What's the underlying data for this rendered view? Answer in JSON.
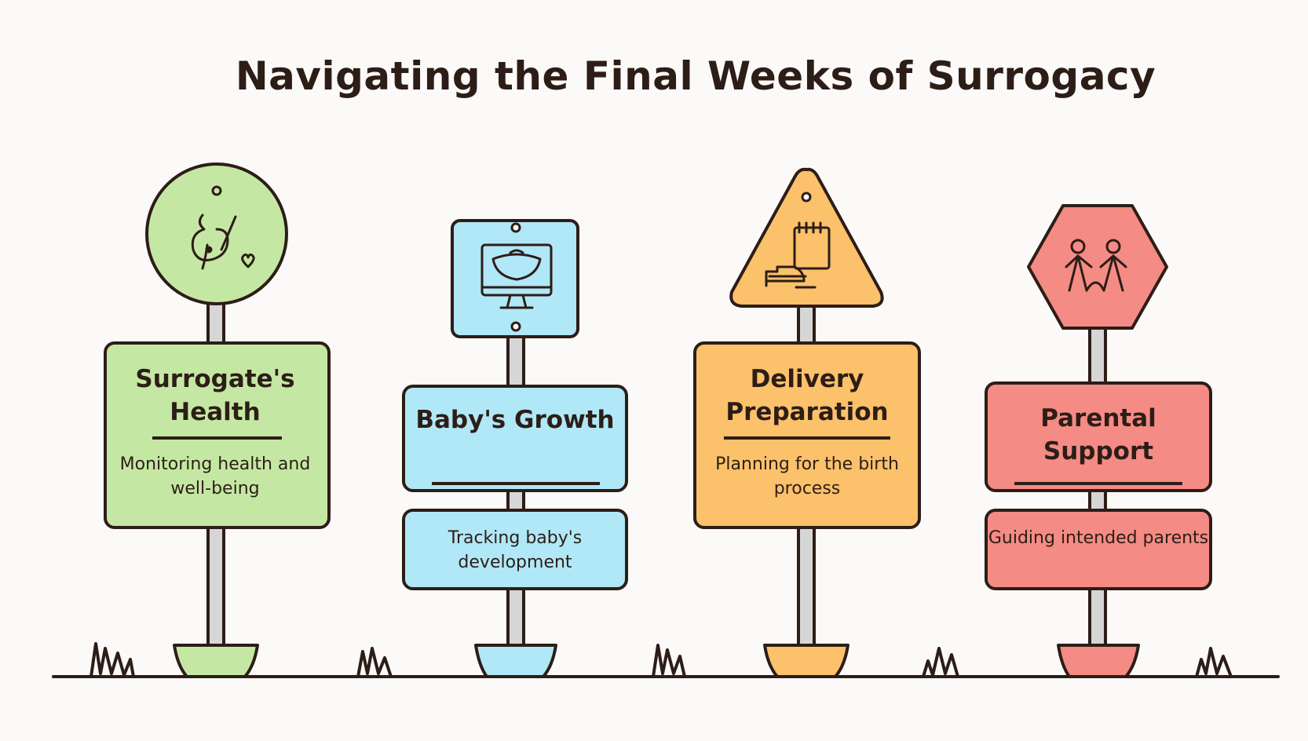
{
  "title": "Navigating the Final Weeks of Surrogacy",
  "colors": {
    "ink": "#2d1d17",
    "green": "#c4e8a3",
    "blue": "#b0e8f7",
    "orange": "#fbc16b",
    "red": "#f48b84",
    "post": "#d6d6d6"
  },
  "signs": [
    {
      "heading": "Surrogate's Health",
      "description": "Monitoring health and well-being",
      "icon": "pregnant-woman-heart-icon",
      "shape": "circle"
    },
    {
      "heading": "Baby's Growth",
      "description": "Tracking baby's development",
      "icon": "ultrasound-monitor-icon",
      "shape": "square"
    },
    {
      "heading": "Delivery Preparation",
      "description": "Planning for the birth process",
      "icon": "calendar-baby-bed-icon",
      "shape": "triangle"
    },
    {
      "heading": "Parental Support",
      "description": "Guiding intended parents",
      "icon": "two-people-icon",
      "shape": "hexagon"
    }
  ]
}
